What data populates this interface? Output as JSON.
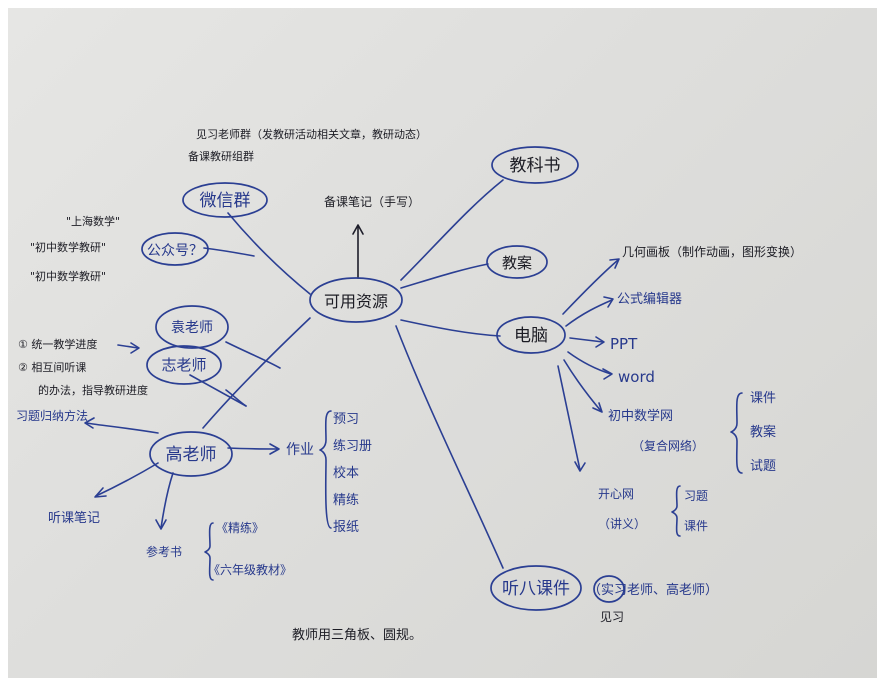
{
  "center": "可用资源",
  "top_note": "备课笔记（手写）",
  "nodes": {
    "weixin": "微信群",
    "gongzhonghao": "公众号？",
    "jiaokeshu": "教科书",
    "jiaoan": "教案",
    "diannao": "电脑",
    "yuan": "袁老师",
    "zhi": "志老师",
    "gao": "高老师",
    "shiting": "听八课件"
  },
  "weixin_notes": [
    "见习老师群（发教研活动相关文章，教研动态）",
    "备课教研组群"
  ],
  "gongzhonghao_items": [
    "\"上海数学\"",
    "\"初中数学教研\"",
    "\"初中数学教研\""
  ],
  "zhi_notes": [
    "① 统一教学进度",
    "② 相互间听课",
    "的办法，指导教研进度"
  ],
  "diannao_items": [
    "几何画板（制作动画，图形变换）",
    "公式编辑器",
    "PPT",
    "word",
    "初中数学网",
    "（复合网络）",
    "开心网",
    "（讲义）"
  ],
  "wang_items": [
    "课件",
    "教案",
    "试题"
  ],
  "kaixin_items": [
    "习题",
    "课件"
  ],
  "gao_items": {
    "left": "习题归纳方法",
    "down_left": "听课笔记",
    "zuoye": "作业",
    "zuoye_list": [
      "预习",
      "练习册",
      "校本",
      "精练",
      "报纸"
    ],
    "cankaoshu": "参考书",
    "books": [
      "《精练》",
      "《六年级教材》"
    ]
  },
  "shiting_note": "（实习老师、高老师）",
  "shiting_sub": "见习",
  "bottom_note": "教师用三角板、圆规。"
}
